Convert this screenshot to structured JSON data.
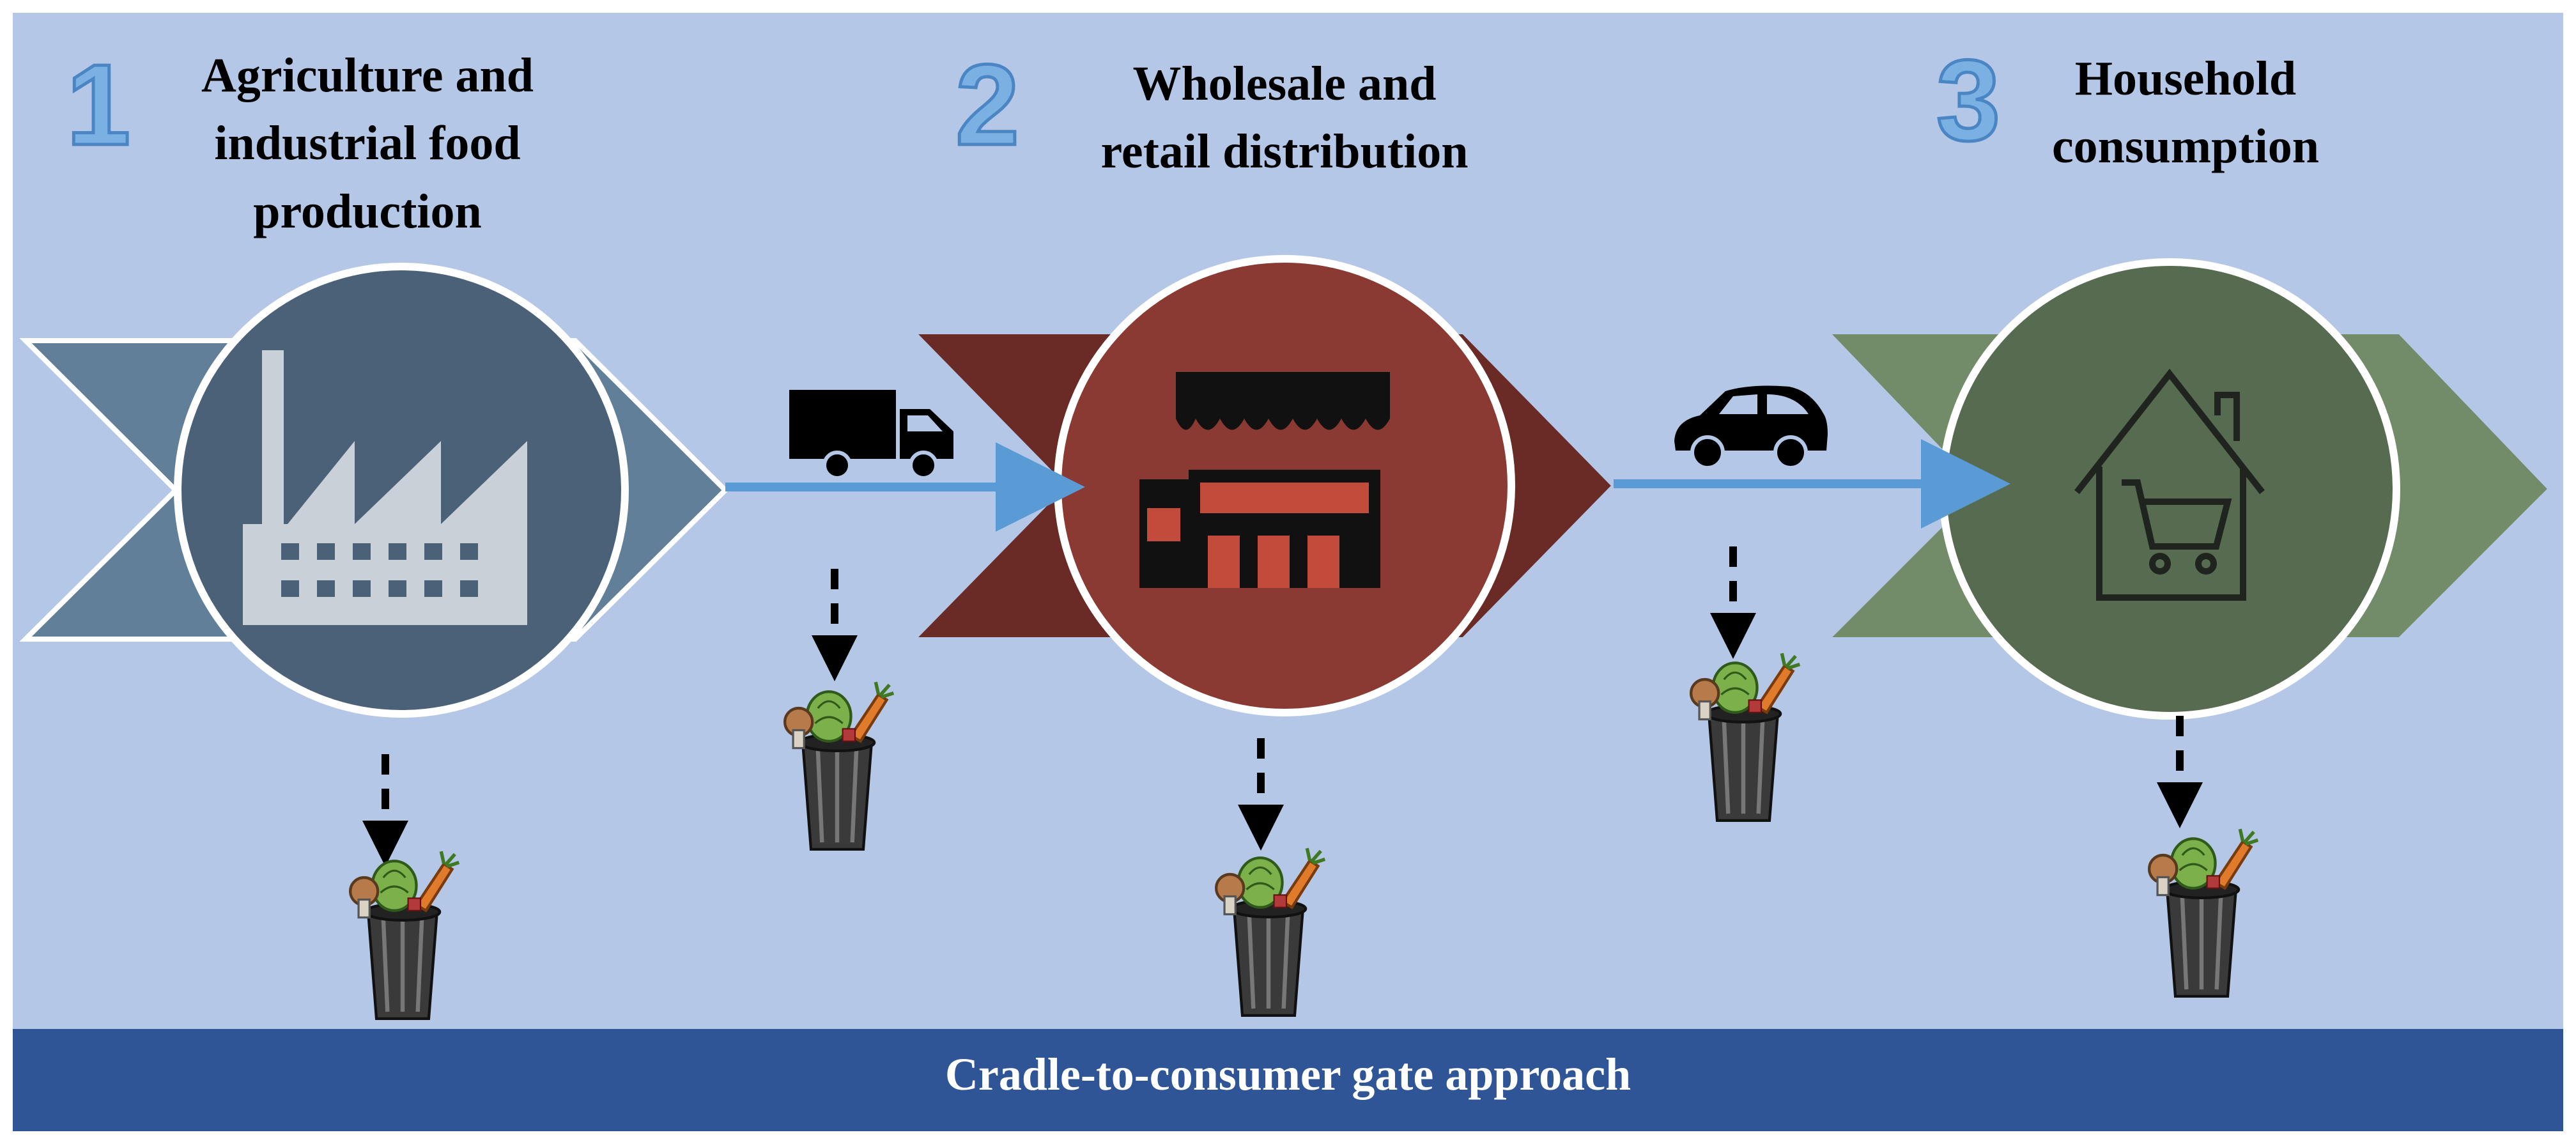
{
  "stages": [
    {
      "number": "1",
      "title": "Agriculture and\nindustrial food\nproduction",
      "color": "#617f98",
      "circle_color": "#4a6178",
      "icon": "factory-icon"
    },
    {
      "number": "2",
      "title": "Wholesale and\nretail distribution",
      "color": "#6a2a25",
      "circle_color": "#8a3a32",
      "icon": "store-icon"
    },
    {
      "number": "3",
      "title": "Household\nconsumption",
      "color": "#728c6a",
      "circle_color": "#566b50",
      "icon": "house-cart-icon"
    }
  ],
  "transports": [
    {
      "icon": "truck-icon"
    },
    {
      "icon": "car-icon"
    }
  ],
  "waste_icon": "food-waste-bin-icon",
  "footer": {
    "label": "Cradle-to-consumer gate approach",
    "color": "#2f5597"
  },
  "colors": {
    "background": "#b4c7e7",
    "flow_arrow": "#5b9bd5"
  }
}
